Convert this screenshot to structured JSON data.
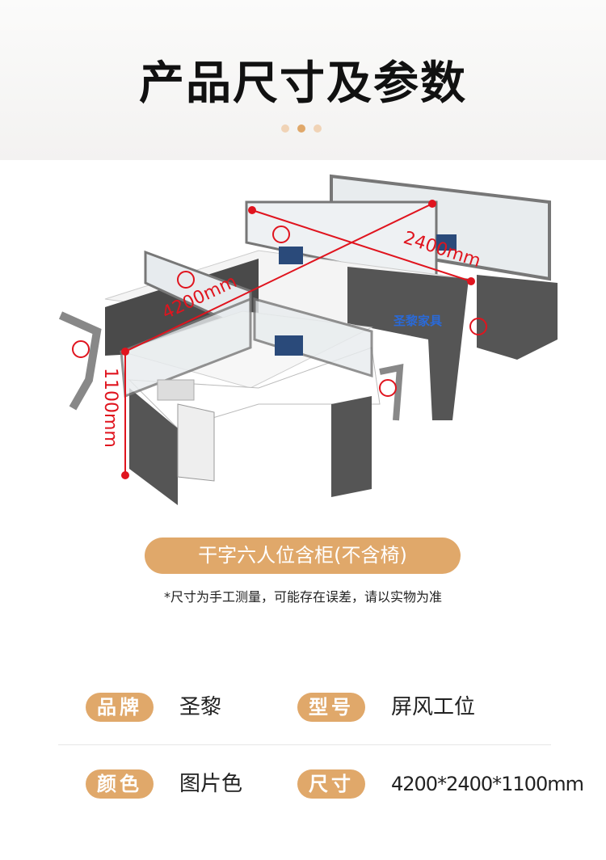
{
  "header": {
    "title": "产品尺寸及参数"
  },
  "image": {
    "dim_length": "4200mm",
    "dim_width": "2400mm",
    "dim_height": "1100mm",
    "watermark": "圣黎家具"
  },
  "product": {
    "config_label": "干字六人位含柜(不含椅)",
    "note": "*尺寸为手工测量，可能存在误差，请以实物为准"
  },
  "specs": [
    {
      "label": "品牌",
      "value": "圣黎"
    },
    {
      "label": "型号",
      "value": "屏风工位"
    },
    {
      "label": "颜色",
      "value": "图片色"
    },
    {
      "label": "尺寸",
      "value": "4200*2400*1100mm"
    }
  ],
  "colors": {
    "accent": "#e0a86a",
    "dimension": "#e0141e"
  }
}
